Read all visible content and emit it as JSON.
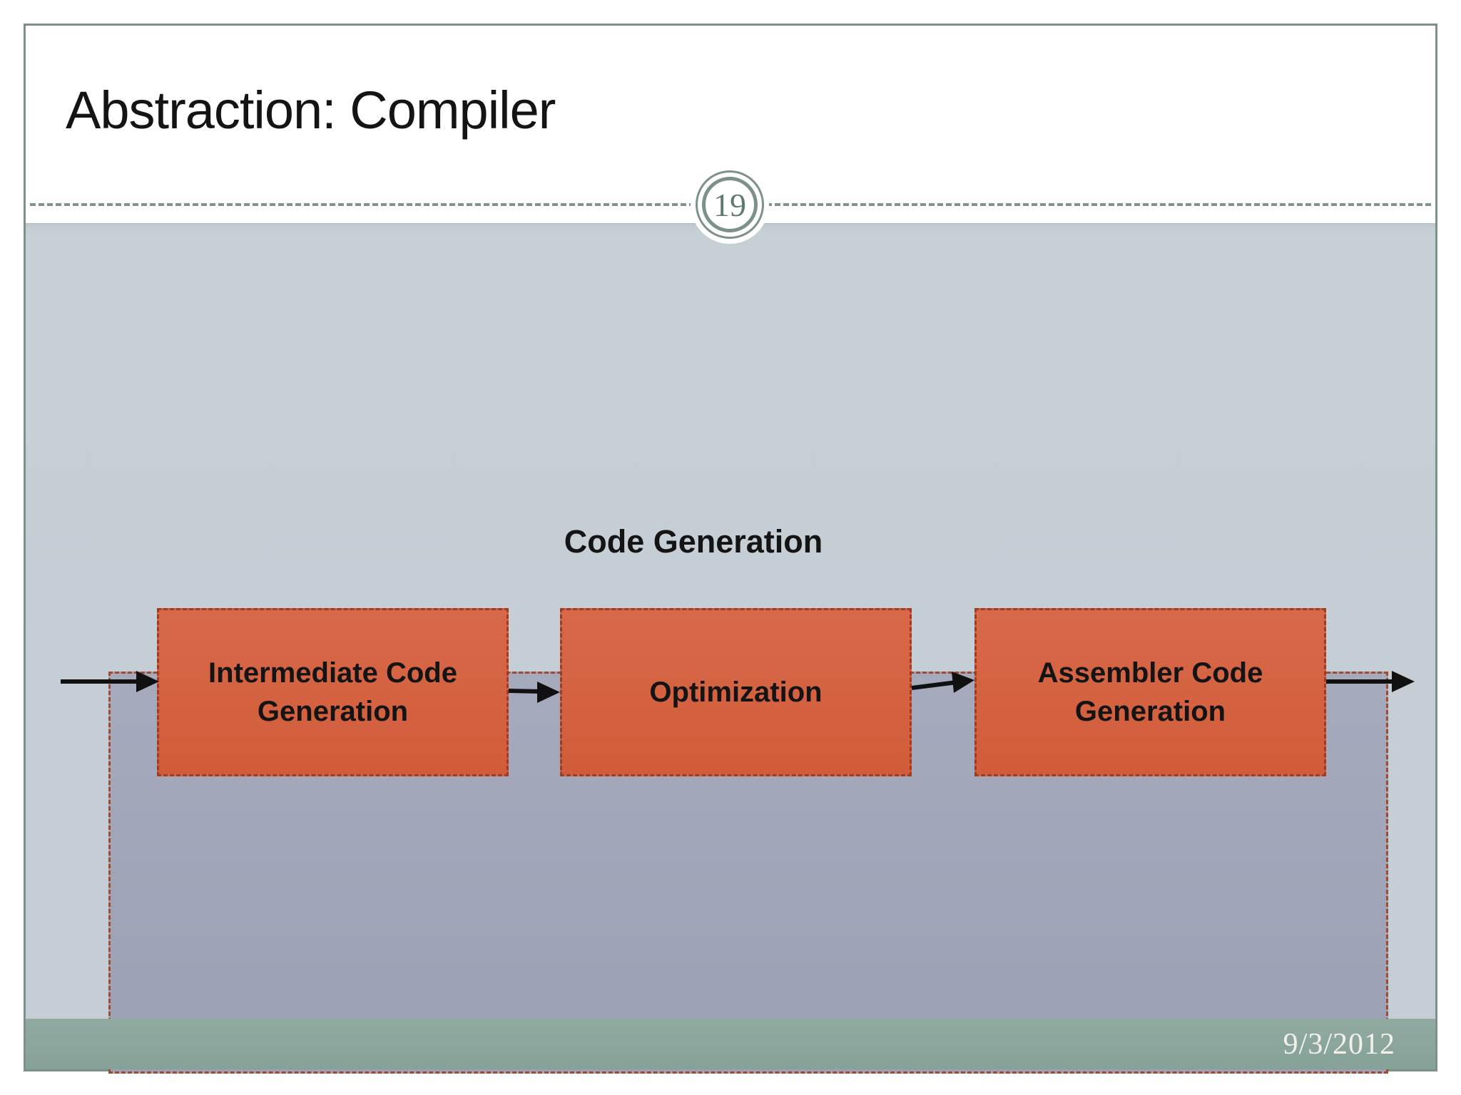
{
  "slide": {
    "title": "Abstraction: Compiler",
    "page_number": "19",
    "footer_date": "9/3/2012"
  },
  "diagram": {
    "container_label": "Code Generation",
    "stages": [
      {
        "label": "Intermediate Code Generation"
      },
      {
        "label": "Optimization"
      },
      {
        "label": "Assembler Code Generation"
      }
    ],
    "flow": "input -> Intermediate Code Generation -> Optimization -> Assembler Code Generation -> output"
  },
  "colors": {
    "slide_border": "#7b9189",
    "content_background": "#c4ced4",
    "container_fill": "#a1a5b9",
    "container_border": "#a04a30",
    "stage_fill": "#d4613f",
    "stage_border": "#9e3b24",
    "footer_bar": "#8ba79d",
    "badge_ring": "#7b9189",
    "badge_number": "#5d7a72",
    "arrow": "#111111"
  }
}
